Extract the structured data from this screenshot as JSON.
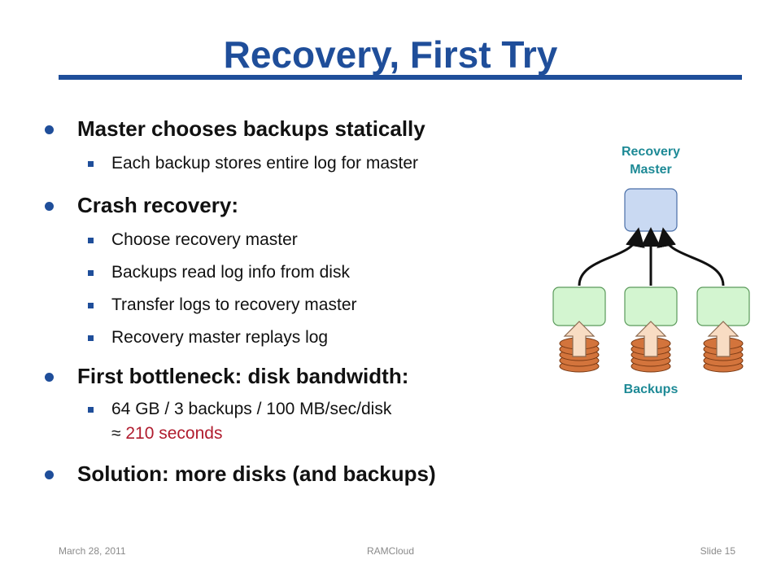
{
  "slide": {
    "title": "Recovery, First Try",
    "bullets": [
      {
        "text": "Master chooses backups statically",
        "subs": [
          "Each backup stores entire log for master"
        ]
      },
      {
        "text": "Crash recovery:",
        "subs": [
          "Choose recovery master",
          "Backups read log info from disk",
          "Transfer logs to recovery master",
          "Recovery master replays log"
        ]
      },
      {
        "text": "First bottleneck: disk bandwidth:",
        "subs": [
          "64 GB / 3 backups / 100 MB/sec/disk"
        ],
        "continuation_prefix": "≈ ",
        "continuation_highlight": "210 seconds"
      },
      {
        "text": "Solution: more disks (and backups)",
        "subs": []
      }
    ]
  },
  "diagram": {
    "top_label_line1": "Recovery",
    "top_label_line2": "Master",
    "bottom_label": "Backups",
    "backup_count": 3
  },
  "footer": {
    "date": "March 28, 2011",
    "center": "RAMCloud",
    "slide": "Slide 15"
  },
  "colors": {
    "title": "#1f4e9a",
    "accent_text": "#b01c2e",
    "diagram_label": "#1e8a96",
    "master_box": "#c9d9f2",
    "backup_box": "#d3f5d0",
    "disk": "#d3743c",
    "upload_arrow": "#f8dcc3"
  }
}
